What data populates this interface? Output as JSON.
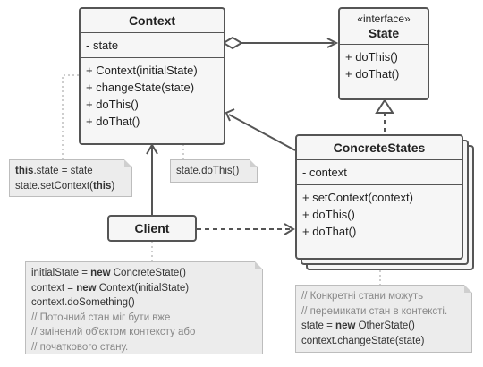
{
  "context": {
    "title": "Context",
    "fields": [
      "- state"
    ],
    "methods": [
      "+ Context(initialState)",
      "+ changeState(state)",
      "+ doThis()",
      "+ doThat()"
    ]
  },
  "state": {
    "stereotype": "«interface»",
    "title": "State",
    "methods": [
      "+ doThis()",
      "+ doThat()"
    ]
  },
  "concrete": {
    "title": "ConcreteStates",
    "fields": [
      "- context"
    ],
    "methods": [
      "+ setContext(context)",
      "+ doThis()",
      "+ doThat()"
    ]
  },
  "client": {
    "title": "Client"
  },
  "note_ctor": {
    "line1_kw": "this",
    "line1_rest": ".state = state",
    "line2_pre": "state.setContext(",
    "line2_kw": "this",
    "line2_post": ")"
  },
  "note_dothis": {
    "text": "state.doThis()"
  },
  "note_client": {
    "l1_pre": "initialState = ",
    "l1_kw": "new",
    "l1_post": " ConcreteState()",
    "l2_pre": "context = ",
    "l2_kw": "new",
    "l2_post": " Context(initialState)",
    "l3": "context.doSomething()",
    "c1": "// Поточний стан міг бути вже",
    "c2": "// змінений об'єктом контексту або",
    "c3": "// початкового стану."
  },
  "note_concrete": {
    "c1": "// Конкретні стани можуть",
    "c2": "// перемикати стан в контексті.",
    "l1_pre": "state = ",
    "l1_kw": "new",
    "l1_post": " OtherState()",
    "l2": "context.changeState(state)"
  },
  "colors": {
    "box_fill": "#f6f6f6",
    "border": "#555555",
    "note_fill": "#ececec",
    "comment": "#888888"
  }
}
